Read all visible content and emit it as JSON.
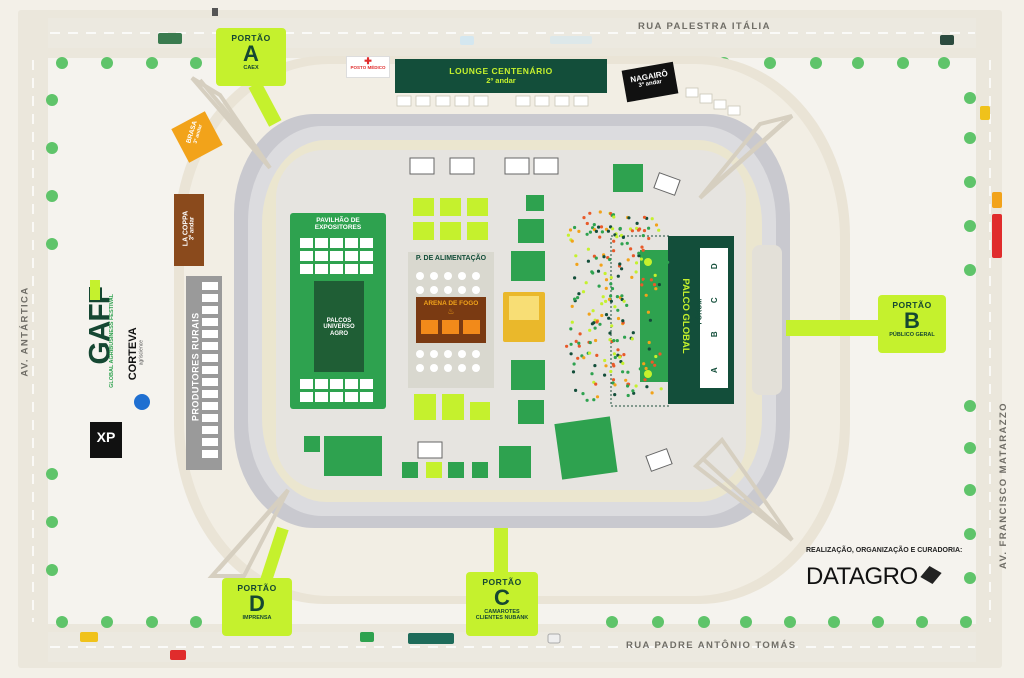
{
  "streets": {
    "top": "RUA PALESTRA ITÁLIA",
    "bottom": "RUA PADRE ANTÔNIO TOMÁS",
    "left": "AV. ANTÁRTICA",
    "right": "AV. FRANCISCO MATARAZZO"
  },
  "gates": {
    "a": {
      "title": "PORTÃO",
      "letter": "A",
      "sub": "CAEX"
    },
    "b": {
      "title": "PORTÃO",
      "letter": "B",
      "sub": "PÚBLICO GERAL"
    },
    "c": {
      "title": "PORTÃO",
      "letter": "C",
      "sub": "CAMAROTES CLIENTES NUBANK"
    },
    "d": {
      "title": "PORTÃO",
      "letter": "D",
      "sub": "IMPRENSA"
    }
  },
  "areas": {
    "lounge_title": "LOUNGE CENTENÁRIO",
    "lounge_sub": "2º andar",
    "nagairo": "NAGAIRÔ",
    "nagairo_sub": "3º andar",
    "brasa": "BRASA",
    "brasa_sub": "3º andar",
    "la_coppa": "LA COPPA",
    "la_coppa_sub": "3º andar",
    "posto_medico": "POSTO MÉDICO",
    "produtores": "PRODUTORES RURAIS",
    "pavilhao": "PAVILHÃO DE EXPOSITORES",
    "palcos": "PALCOS UNIVERSO AGRO",
    "alimentacao": "P. DE ALIMENTAÇÃO",
    "arena": "ARENA DE FOGO",
    "palco_global": "PALCO GLOBAL",
    "forum": "FÓRUM",
    "forum_letters": [
      "D",
      "C",
      "B",
      "A"
    ]
  },
  "brand": {
    "gaff": "GAFF",
    "gaff_sub": "GLOBAL AGRIBUSINESS FESTIVAL",
    "corteva": "CORTEVA",
    "corteva_sub": "agriscience",
    "xp": "XP",
    "credits": "REALIZAÇÃO, ORGANIZAÇÃO E CURADORIA:",
    "datagro": "DATAGRO"
  },
  "colors": {
    "lime": "#c5f12d",
    "green": "#2ea24f",
    "dark_green": "#154732",
    "orange": "#f2a31a",
    "brown": "#8a4a1c",
    "cream": "#f3f0e8"
  }
}
